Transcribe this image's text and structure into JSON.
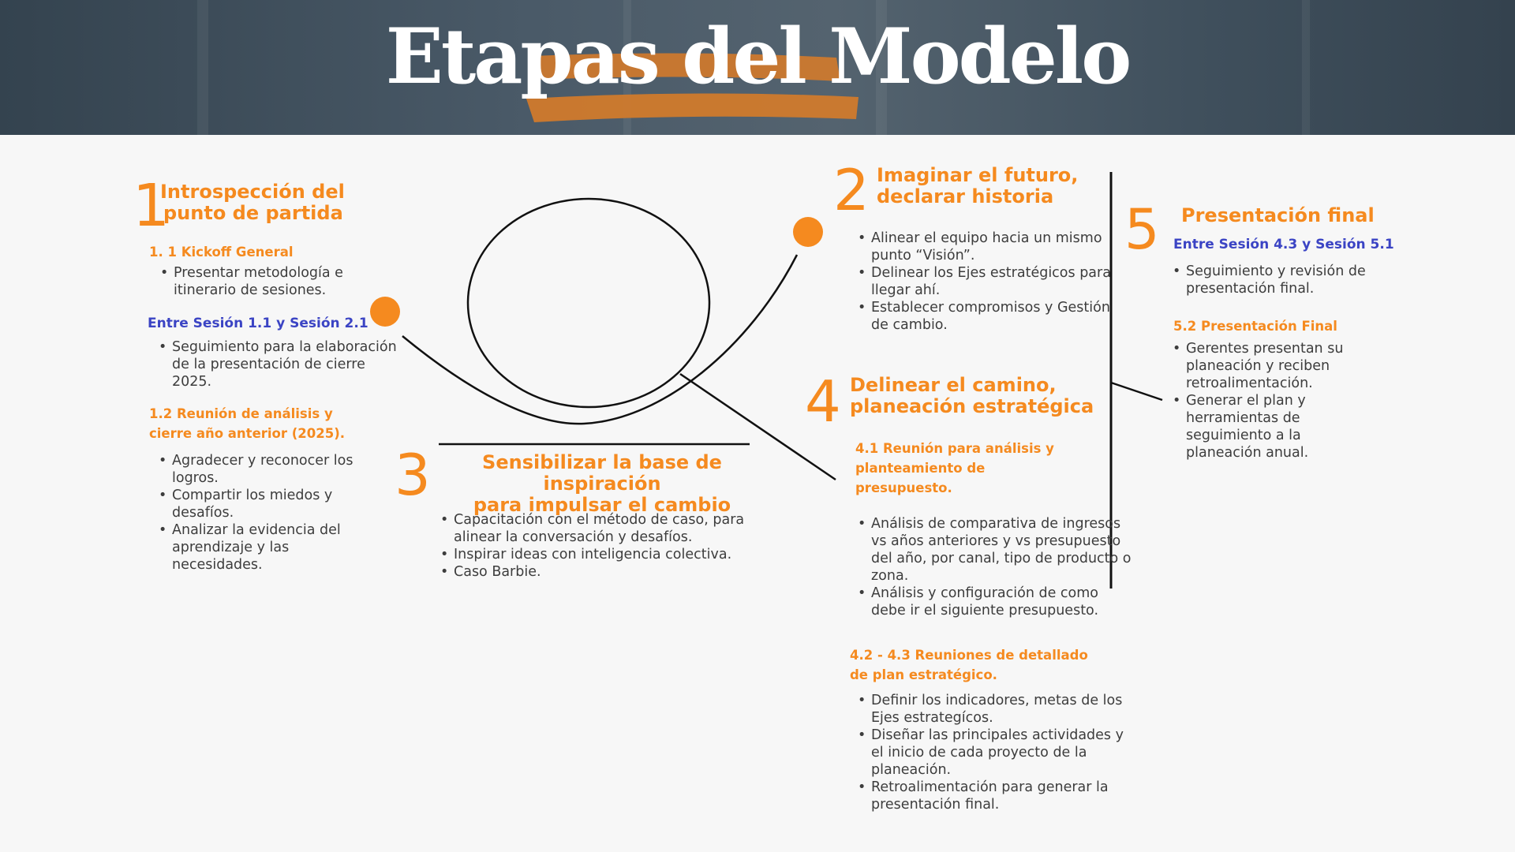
{
  "title": "Etapas del Modelo",
  "colors": {
    "accent": "#f58a1f",
    "blue": "#3b44c4",
    "text": "#3d3d3d",
    "header": "#3f4f5c"
  },
  "stage1": {
    "number": "1",
    "title_line1": "Introspección del",
    "title_line2": "punto de partida",
    "sub1": "1. 1 Kickoff General",
    "sub1_items": [
      "Presentar metodología e itinerario de sesiones."
    ],
    "between": "Entre Sesión 1.1 y Sesión 2.1",
    "between_items": [
      "Seguimiento para la elaboración de la presentación de cierre 2025."
    ],
    "sub2_line1": "1.2 Reunión de análisis y",
    "sub2_line2": "cierre año anterior (2025).",
    "sub2_items": [
      "Agradecer y reconocer los logros.",
      "Compartir los miedos y desafíos.",
      "Analizar la evidencia del aprendizaje y las necesidades."
    ]
  },
  "stage2": {
    "number": "2",
    "title_line1": "Imaginar el futuro,",
    "title_line2": "declarar historia",
    "items": [
      "Alinear el equipo hacia un mismo punto “Visión”.",
      "Delinear los Ejes estratégicos para llegar ahí.",
      "Establecer compromisos y Gestión de cambio."
    ]
  },
  "stage3": {
    "number": "3",
    "title_line1": "Sensibilizar la base de inspiración",
    "title_line2": "para impulsar el cambio",
    "items": [
      "Capacitación con el método de caso, para alinear la conversación y desafíos.",
      "Inspirar ideas con inteligencia colectiva.",
      "Caso Barbie."
    ]
  },
  "stage4": {
    "number": "4",
    "title_line1": "Delinear el camino,",
    "title_line2": "planeación estratégica",
    "sub1_line1": "4.1 Reunión para análisis y",
    "sub1_line2": "planteamiento de",
    "sub1_line3": "presupuesto.",
    "sub1_items": [
      "Análisis de comparativa de ingresos vs años anteriores y vs presupuesto del año, por canal, tipo de producto o zona.",
      "Análisis y configuración de como debe ir el siguiente presupuesto."
    ],
    "sub2_line1": "4.2 - 4.3 Reuniones de detallado",
    "sub2_line2": "de plan estratégico.",
    "sub2_items": [
      "Definir los indicadores, metas de los Ejes estrategícos.",
      "Diseñar las principales actividades y el inicio de cada proyecto de la planeación.",
      "Retroalimentación para generar la presentación final."
    ]
  },
  "stage5": {
    "number": "5",
    "title": "Presentación final",
    "between": "Entre Sesión 4.3 y Sesión 5.1",
    "between_items": [
      "Seguimiento y revisión de presentación final."
    ],
    "sub": "5.2 Presentación Final",
    "sub_items": [
      "Gerentes presentan su planeación y reciben retroalimentación.",
      "Generar el plan y herramientas de seguimiento a la planeación anual."
    ]
  }
}
